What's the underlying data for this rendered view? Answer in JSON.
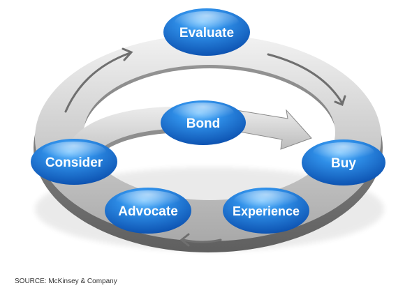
{
  "diagram": {
    "nodes": {
      "evaluate": "Evaluate",
      "bond": "Bond",
      "consider": "Consider",
      "buy": "Buy",
      "advocate": "Advocate",
      "experience": "Experience"
    },
    "node_color": "#1a6fd4",
    "ring_color": "#bdbdbd"
  },
  "footer": {
    "source": "SOURCE: McKinsey & Company"
  }
}
